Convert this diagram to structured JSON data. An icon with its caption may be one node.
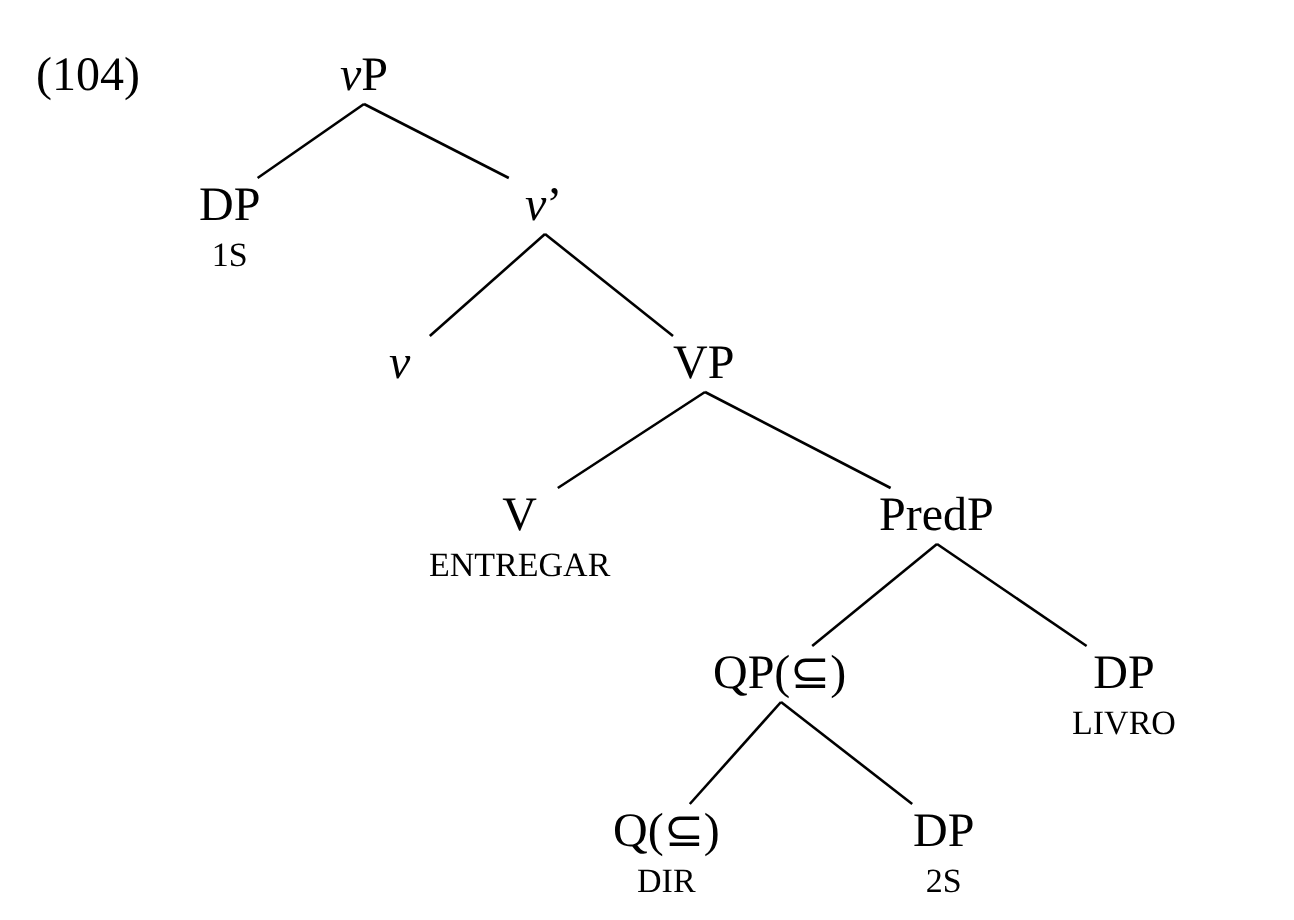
{
  "diagram": {
    "nodes": [
      {
        "text": [
          "vP"
        ]
      },
      {
        "text": [
          "DP"
        ],
        "beside": [
          "1S"
        ]
      },
      {
        "text": [
          "*v*’"
        ]
      },
      {
        "text": [
          "v"
        ]
      },
      {
        "text": [
          "VP"
        ]
      },
      {
        "text": [
          "V"
        ],
        "beside": [
          "ENTREGAR"
        ]
      },
      {
        "text": [
          "PredP"
        ]
      },
      {
        "text": [
          "QP(⊆)"
        ]
      },
      {
        "text": [
          "DP"
        ],
        "beside": [
          "LIVRO"
        ]
      },
      {
        "text": [
          "Q(⊆)"
        ],
        "beside": [
          "DIR"
        ]
      },
      {
        "text": [
          "DP"
        ],
        "beside": [
          "2S"
        ]
      }
    ],
    "edges": [
      {
        "from": 0,
        "to": 1,
        "arrow": "none"
      },
      {
        "from": 0,
        "to": 2,
        "arrow": "none"
      },
      {
        "from": 2,
        "to": 3,
        "arrow": "none"
      },
      {
        "from": 2,
        "to": 4,
        "arrow": "none"
      },
      {
        "from": 4,
        "to": 5,
        "arrow": "none"
      },
      {
        "from": 4,
        "to": 6,
        "arrow": "none"
      },
      {
        "from": 6,
        "to": 7,
        "arrow": "none"
      },
      {
        "from": 6,
        "to": 8,
        "arrow": "none"
      },
      {
        "from": 7,
        "to": 9,
        "arrow": "none"
      },
      {
        "from": 7,
        "to": 10,
        "arrow": "none"
      }
    ],
    "labels": [
      "(104)"
    ]
  }
}
